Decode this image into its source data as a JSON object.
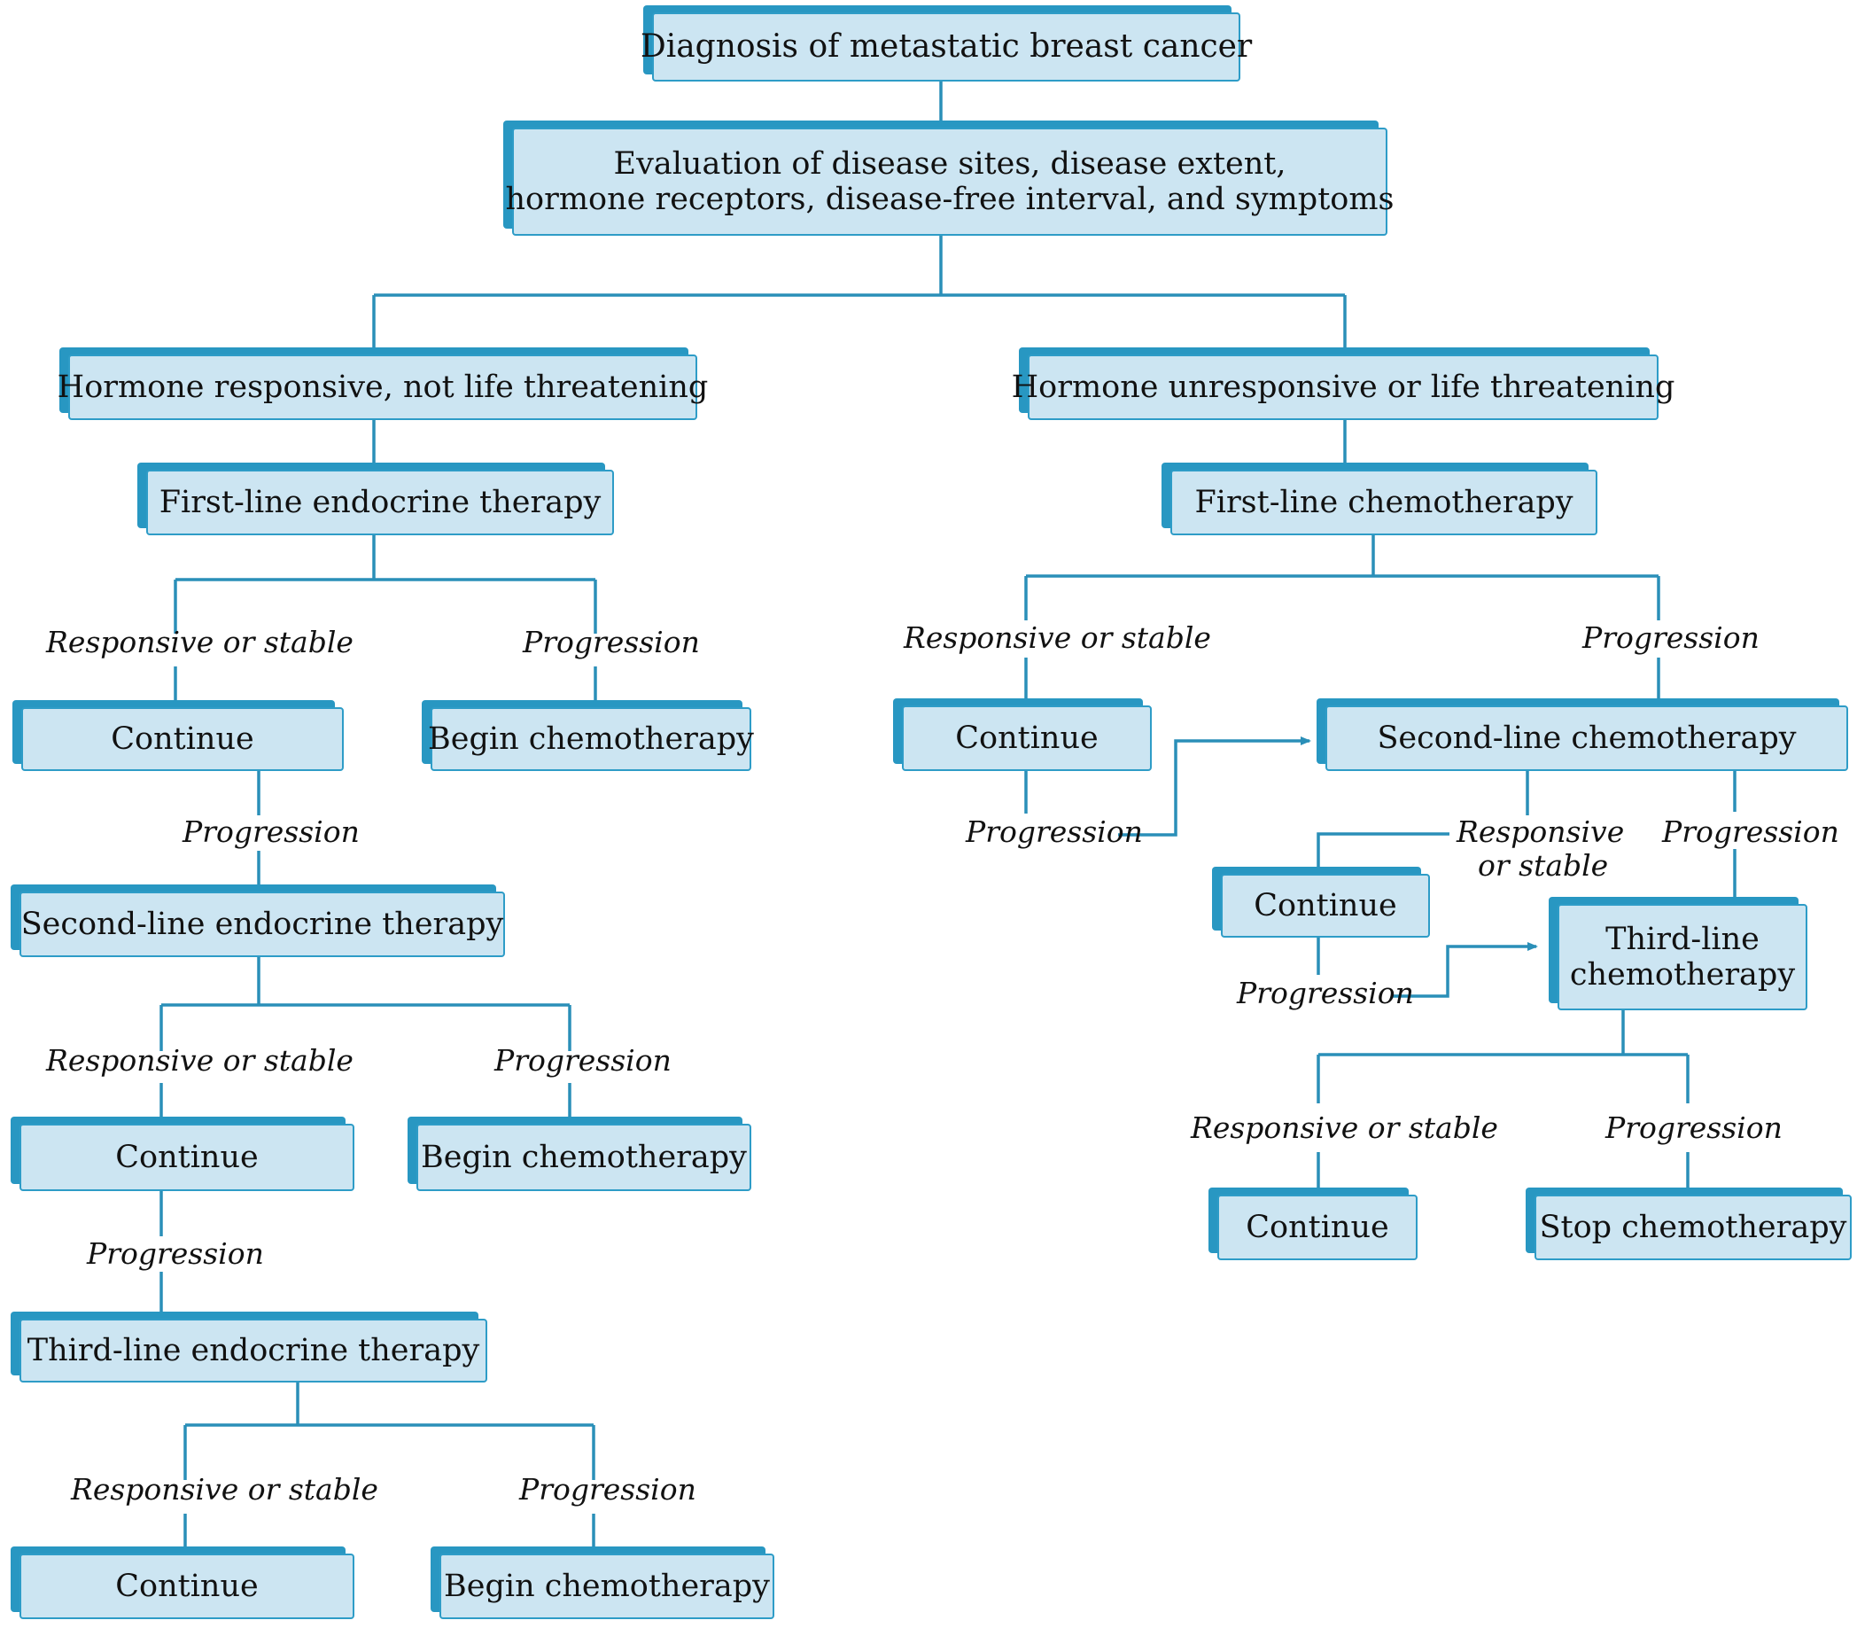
{
  "nodes": {
    "diagnosis": "Diagnosis of metastatic breast cancer",
    "evaluation_line1": "Evaluation of disease sites, disease extent,",
    "evaluation_line2": "hormone receptors, disease-free interval, and symptoms",
    "hormone_responsive": "Hormone responsive, not life threatening",
    "hormone_unresponsive": "Hormone unresponsive or life threatening",
    "first_line_endocrine": "First-line endocrine therapy",
    "first_line_chemo": "First-line chemotherapy",
    "continue": "Continue",
    "begin_chemo": "Begin chemotherapy",
    "second_line_endocrine": "Second-line endocrine therapy",
    "third_line_endocrine": "Third-line endocrine therapy",
    "second_line_chemo": "Second-line chemotherapy",
    "third_line_chemo_line1": "Third-line",
    "third_line_chemo_line2": "chemotherapy",
    "stop_chemo": "Stop chemotherapy"
  },
  "labels": {
    "responsive_or_stable": "Responsive or stable",
    "responsive_line1": "Responsive",
    "responsive_line2": "or stable",
    "progression": "Progression"
  },
  "colors": {
    "box_fill": "#cce5f2",
    "box_border": "#2e9cc7",
    "connector": "#2a8fb8"
  }
}
